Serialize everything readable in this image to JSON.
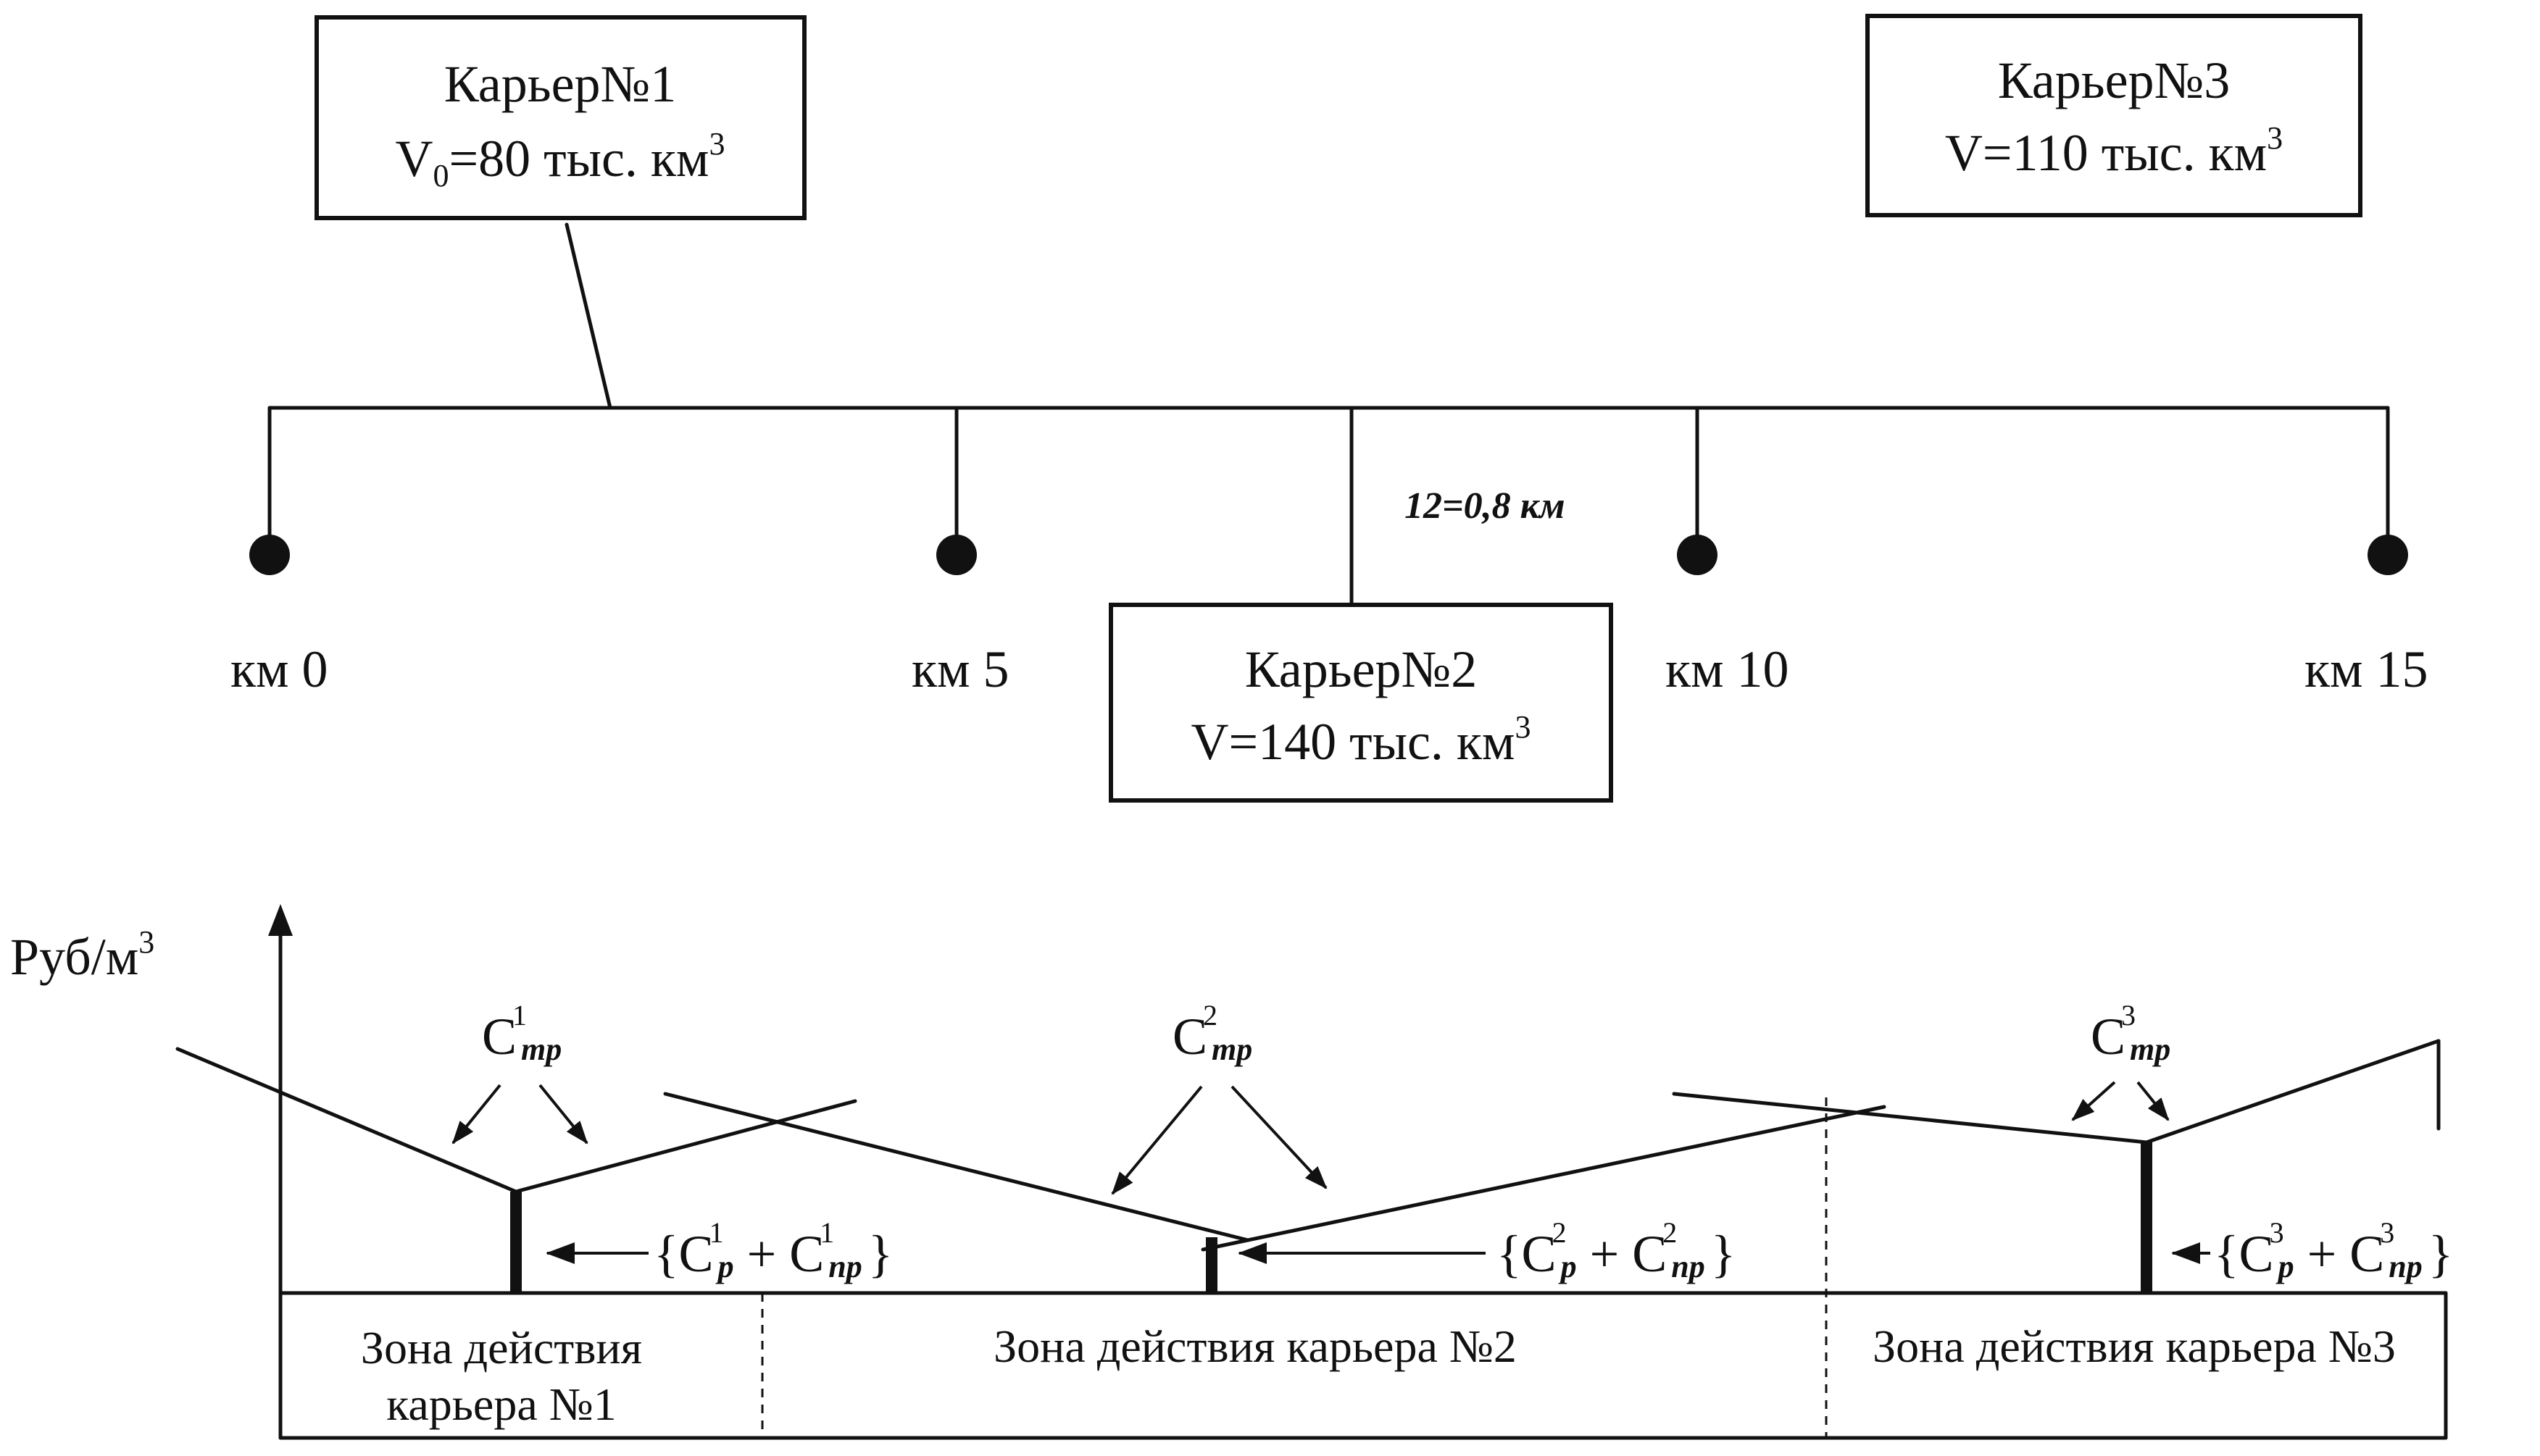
{
  "quarries": [
    {
      "name": "Карьер№1",
      "vol_prefix": "V",
      "vol_sub": "0",
      "vol_rest": "=80 тыс. км",
      "vol_sup": "3"
    },
    {
      "name": "Карьер№2",
      "vol_prefix": "V",
      "vol_sub": "",
      "vol_rest": "=140 тыс. км",
      "vol_sup": "3"
    },
    {
      "name": "Карьер№3",
      "vol_prefix": "V",
      "vol_sub": "",
      "vol_rest": "=110 тыс. км",
      "vol_sup": "3"
    }
  ],
  "km_marks": [
    "км 0",
    "км 5",
    "км 10",
    "км 15"
  ],
  "distance_note": "12=0,8 км",
  "axis": {
    "label": "Руб/м",
    "label_sup": "3"
  },
  "cost_tr": [
    {
      "main": "C",
      "sup": "1",
      "sub": "тр"
    },
    {
      "main": "C",
      "sup": "2",
      "sub": "тр"
    },
    {
      "main": "C",
      "sup": "3",
      "sub": "тр"
    }
  ],
  "cost_sum": [
    {
      "open": "{C",
      "sup1": "1",
      "sub1": "р",
      "plus": " + C",
      "sup2": "1",
      "sub2": "пр",
      "close": "}"
    },
    {
      "open": "{C",
      "sup1": "2",
      "sub1": "р",
      "plus": " + C",
      "sup2": "2",
      "sub2": "пр",
      "close": "}"
    },
    {
      "open": "{C",
      "sup1": "3",
      "sub1": "р",
      "plus": " + C",
      "sup2": "3",
      "sub2": "пр",
      "close": "}"
    }
  ],
  "zones": [
    {
      "line1": "Зона действия",
      "line2": "карьера №1"
    },
    {
      "line1": "Зона действия карьера №2",
      "line2": ""
    },
    {
      "line1": "Зона действия карьера №3",
      "line2": ""
    }
  ]
}
